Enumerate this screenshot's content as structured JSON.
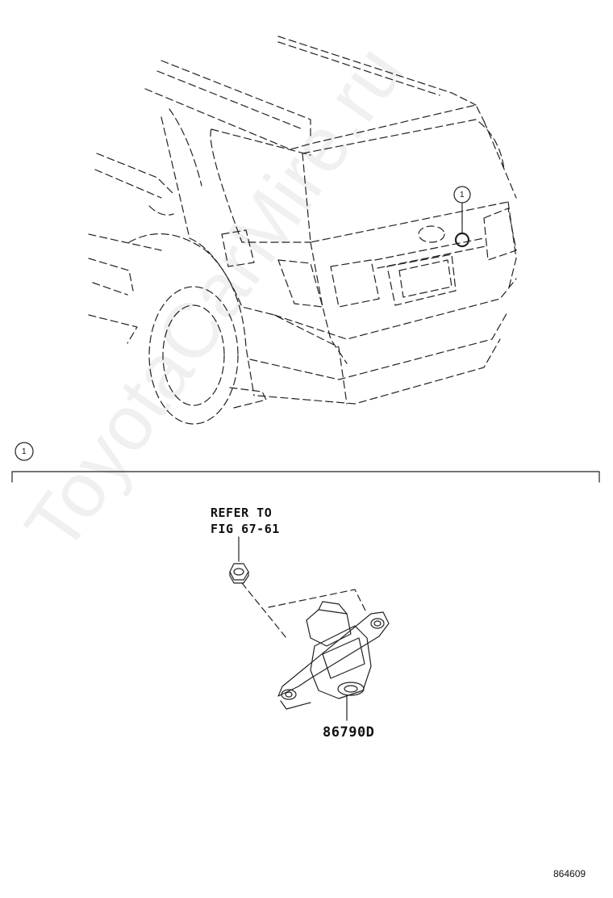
{
  "callouts": {
    "top": "1",
    "section": "1"
  },
  "labels": {
    "refer_line1": "REFER TO",
    "refer_line2": "FIG 67-61",
    "part_number": "86790D",
    "figure_number": "864609"
  },
  "watermark": "ToyotaCarMire.ru"
}
